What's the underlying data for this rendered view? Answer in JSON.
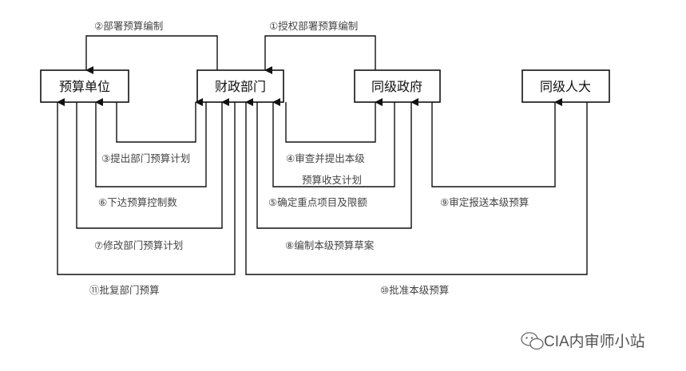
{
  "nodes": {
    "yusuan_danwei": "预算单位",
    "caizheng_bumen": "财政部门",
    "tongji_zhengfu": "同级政府",
    "tongji_renda": "同级人大"
  },
  "steps": {
    "s1": "①授权部署预算编制",
    "s2": "②部署预算编制",
    "s3": "③提出部门预算计划",
    "s4a": "④审查并提出本级",
    "s4b": "预算收支计划",
    "s5": "⑤确定重点项目及限额",
    "s6": "⑥下达预算控制数",
    "s7": "⑦修改部门预算计划",
    "s8": "⑧编制本级预算草案",
    "s9": "⑨审定报送本级预算",
    "s10": "⑩批准本级预算",
    "s11": "⑪批复部门预算"
  },
  "watermark": {
    "icon": "wechat-icon",
    "text": "CIA内审师小站"
  }
}
